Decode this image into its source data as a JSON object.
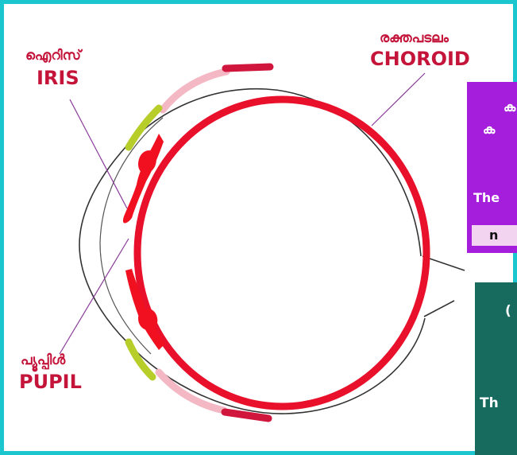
{
  "labels": {
    "iris": {
      "malayalam": "ഐറിസ്",
      "english": "IRIS"
    },
    "choroid": {
      "malayalam": "രക്തപടലം",
      "english": "CHOROID"
    },
    "pupil": {
      "malayalam": "പ്യൂപ്പിൾ",
      "english": "PUPIL"
    }
  },
  "side_panel_top": {
    "line1": "ക",
    "line2": "ക",
    "line3": "The",
    "badge": "n"
  },
  "side_panel_bottom": {
    "line1": "(",
    "line2": "Th"
  },
  "colors": {
    "frame": "#1cc6cf",
    "choroid_red": "#e8102a",
    "iris_red": "#f01020",
    "label_red": "#c4143a",
    "lens_green": "#b7cd2a",
    "pink_band": "#f4b8c4",
    "crimson_band": "#d0163c",
    "panel_purple": "#a51edb",
    "panel_teal": "#166a5e"
  }
}
